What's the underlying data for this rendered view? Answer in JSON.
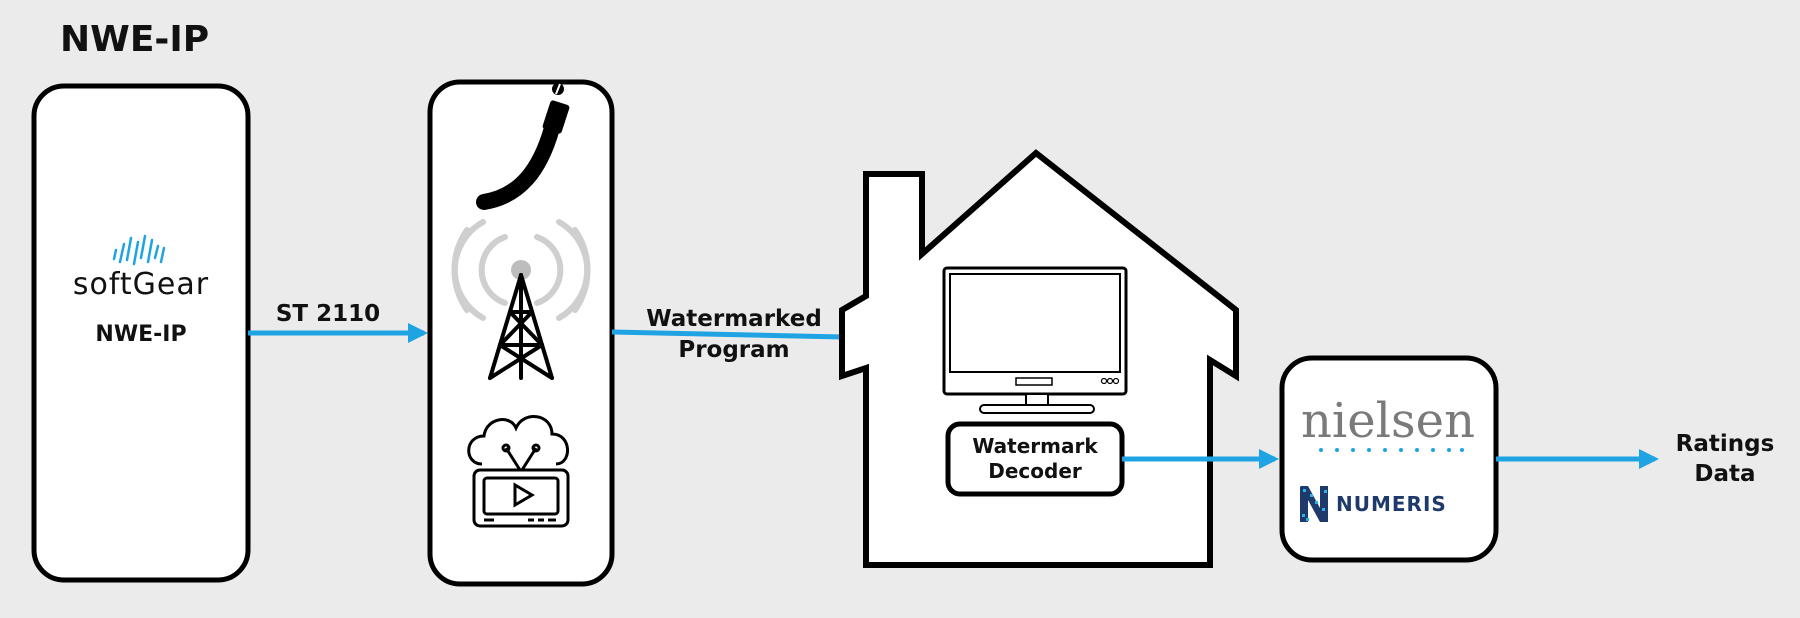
{
  "title": "NWE-IP",
  "encoder": {
    "brand": "softGear",
    "product": "NWE-IP"
  },
  "link_label": "ST 2110",
  "distribution_icons": [
    "coax-cable-icon",
    "broadcast-tower-icon",
    "cloud-tv-icon"
  ],
  "program_label": {
    "line1": "Watermarked",
    "line2": "Program"
  },
  "home": {
    "decoder_line1": "Watermark",
    "decoder_line2": "Decoder"
  },
  "ratings_partners": {
    "nielsen": "nielsen",
    "numeris": "NUMERIS"
  },
  "output_label": {
    "line1": "Ratings",
    "line2": "Data"
  },
  "colors": {
    "arrow": "#1fa3e3",
    "background": "#ebebeb",
    "outline": "#000000",
    "accent": "#1fa3e3"
  }
}
